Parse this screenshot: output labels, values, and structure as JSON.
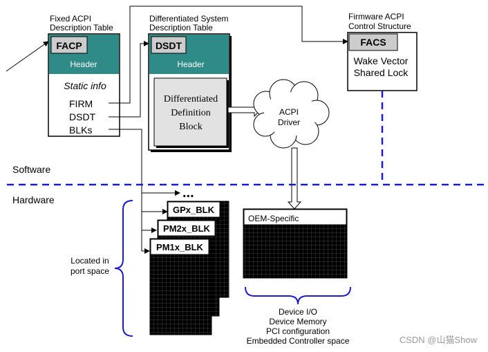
{
  "facp": {
    "caption_line1": "Fixed ACPI",
    "caption_line2": "Description Table",
    "tag": "FACP",
    "header": "Header",
    "static_info": "Static info",
    "fields": [
      "FIRM",
      "DSDT",
      "BLKs"
    ]
  },
  "dsdt": {
    "caption_line1": "Differentiated System",
    "caption_line2": "Description Table",
    "tag": "DSDT",
    "header": "Header",
    "block_lines": [
      "Differentiated",
      "Definition",
      "Block"
    ]
  },
  "facs": {
    "caption_line1": "Firmware ACPI",
    "caption_line2": "Control Structure",
    "tag": "FACS",
    "fields": [
      "Wake Vector",
      "Shared Lock"
    ]
  },
  "driver": {
    "lines": [
      "ACPI",
      "Driver"
    ]
  },
  "layers": {
    "software": "Software",
    "hardware": "Hardware"
  },
  "blocks": {
    "ellipsis": "...",
    "items": [
      "GPx_BLK",
      "PM2x_BLK",
      "PM1x_BLK"
    ]
  },
  "port_space": {
    "lines": [
      "Located in",
      "port space"
    ]
  },
  "oem": {
    "label": "OEM-Specific",
    "list": [
      "Device I/O",
      "Device Memory",
      "PCI configuration",
      "Embedded Controller space"
    ]
  },
  "watermark": "CSDN @山猫Show",
  "colors": {
    "header_teal": "#2e8b87",
    "tag_gray": "#cccccc",
    "block_gray": "#e2e2e2",
    "dashed_blue": "#1a1acc",
    "grid": "#000000",
    "grid_line": "#555555"
  }
}
